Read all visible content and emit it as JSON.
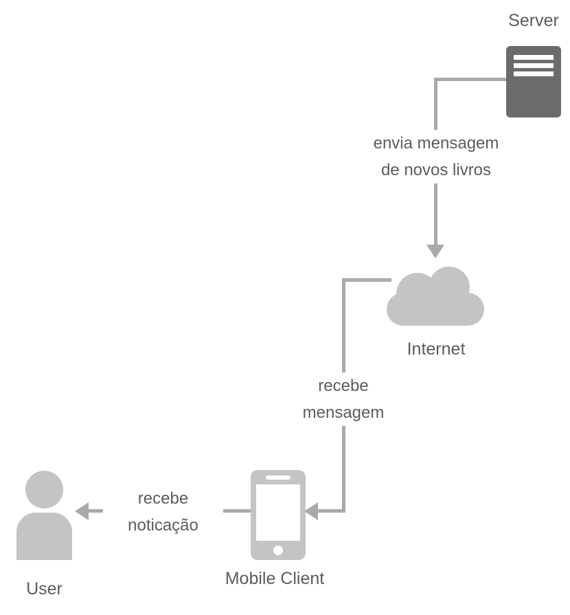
{
  "nodes": {
    "server": {
      "label": "Server"
    },
    "internet": {
      "label": "Internet"
    },
    "mobile_client": {
      "label": "Mobile Client"
    },
    "user": {
      "label": "User"
    }
  },
  "edges": {
    "server_internet": {
      "lines": [
        "envia mensagem",
        "de novos livros"
      ]
    },
    "internet_mobile": {
      "lines": [
        "recebe",
        "mensagem"
      ]
    },
    "mobile_user": {
      "lines": [
        "recebe",
        "noticação"
      ]
    }
  },
  "icons": {
    "server": "server-icon",
    "internet": "cloud-icon",
    "mobile_client": "smartphone-icon",
    "user": "person-icon"
  },
  "colors": {
    "server_icon": "#6b6b6b",
    "light_icon": "#c4c4c4",
    "line": "#a9a9a9",
    "text": "#5c5c5c"
  }
}
